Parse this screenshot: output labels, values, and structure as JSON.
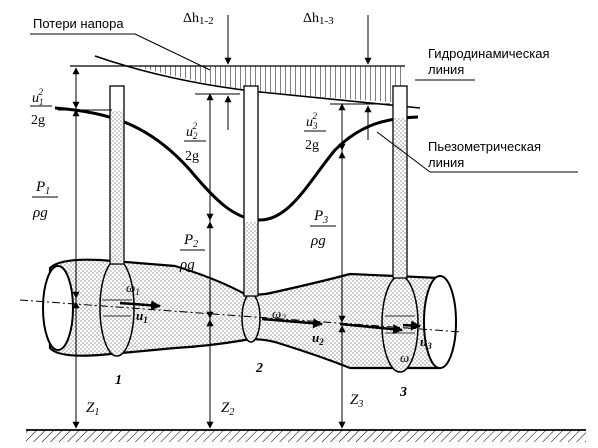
{
  "labels": {
    "head_loss": "Потери напора",
    "dh12": "Δh",
    "dh12_sub": "1-2",
    "dh13": "Δh",
    "dh13_sub": "1-3",
    "hydro_line_1": "Гидродинамическая",
    "hydro_line_2": "линия",
    "piezo_line_1": "Пьезометрическая",
    "piezo_line_2": "линия"
  },
  "sections": [
    {
      "number": "1",
      "u": "u",
      "u_sub": "1",
      "omega": "ω",
      "omega_sub": "1",
      "z": "Z",
      "z_sub": "1",
      "p": "P",
      "p_sub": "1",
      "rho_g": "ρg",
      "vel_head_u": "u",
      "vel_head_sub": "1",
      "vel_head_sup": "2",
      "vel_head_den": "2g"
    },
    {
      "number": "2",
      "u": "u",
      "u_sub": "2",
      "omega": "ω",
      "omega_sub": "2",
      "z": "Z",
      "z_sub": "2",
      "p": "P",
      "p_sub": "2",
      "rho_g": "ρg",
      "vel_head_u": "u",
      "vel_head_sub": "2",
      "vel_head_sup": "2",
      "vel_head_den": "2g"
    },
    {
      "number": "3",
      "u": "u",
      "u_sub": "3",
      "omega": "ω",
      "omega_sub": "",
      "z": "Z",
      "z_sub": "3",
      "p": "P",
      "p_sub": "3",
      "rho_g": "ρg",
      "vel_head_u": "u",
      "vel_head_sub": "3",
      "vel_head_sup": "2",
      "vel_head_den": "2g"
    }
  ],
  "colors": {
    "line": "#000000",
    "stipple": "#9a9a9a",
    "ground": "#000000"
  }
}
